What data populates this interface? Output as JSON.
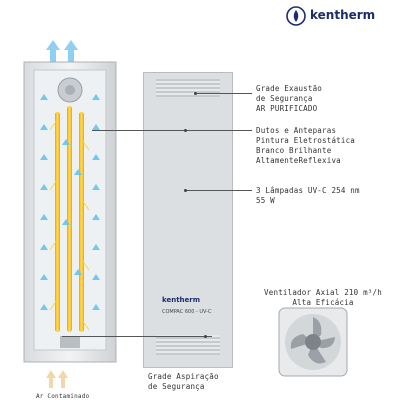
{
  "brand": {
    "name": "kentherm"
  },
  "device": {
    "model_label": "COMPAC 600 - UV-C"
  },
  "labels": {
    "exhaust_grille": [
      "Grade Exaustão",
      "de Segurança",
      "AR PURIFICADO"
    ],
    "ducts": [
      "Dutos e Anteparas",
      "Pintura Eletrostática",
      "Branco Brilhante",
      "AltamenteReflexiva"
    ],
    "lamps": [
      "3 Lâmpadas UV-C 254 nm",
      "55 W"
    ],
    "fan": [
      "Ventilador  Axial 210 m³/h",
      "Alta Eficácia"
    ],
    "intake_grille": [
      "Grade Aspiração",
      "de Segurança"
    ],
    "contaminated_air": "Ar Contaminado"
  },
  "colors": {
    "brand_blue": "#1b2d6b",
    "uv_yellow": "#f2c21a",
    "airflow_blue": "#6cc6ef"
  }
}
